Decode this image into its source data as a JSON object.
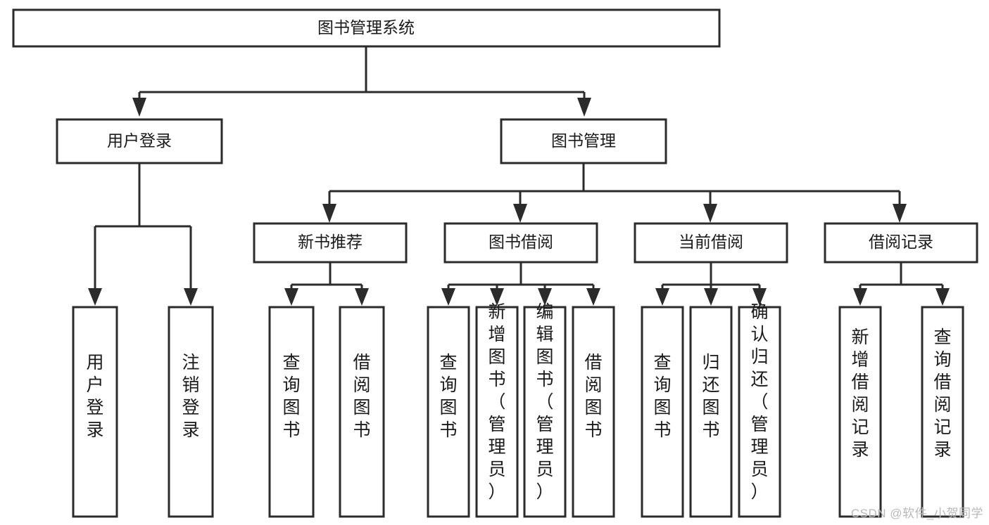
{
  "diagram": {
    "type": "tree",
    "title": "图书管理系统",
    "watermark": "CSDN @软件_小贺同学",
    "colors": {
      "stroke": "#2b2b2b",
      "fill": "#ffffff",
      "text": "#1a1a1a",
      "watermark": "#b9b9b9",
      "background": "#ffffff"
    },
    "root": {
      "label": "图书管理系统"
    },
    "level2": [
      {
        "label": "用户登录"
      },
      {
        "label": "图书管理"
      }
    ],
    "level3": [
      {
        "label": "新书推荐"
      },
      {
        "label": "图书借阅"
      },
      {
        "label": "当前借阅"
      },
      {
        "label": "借阅记录"
      }
    ],
    "leaves": {
      "user_login": [
        {
          "label": "用户登录"
        },
        {
          "label": "注销登录"
        }
      ],
      "new_book_recommend": [
        {
          "label": "查询图书"
        },
        {
          "label": "借阅图书"
        }
      ],
      "book_borrow": [
        {
          "label": "查询图书"
        },
        {
          "label": "新增图书（管理员）"
        },
        {
          "label": "编辑图书（管理员）"
        },
        {
          "label": "借阅图书"
        }
      ],
      "current_borrow": [
        {
          "label": "查询图书"
        },
        {
          "label": "归还图书"
        },
        {
          "label": "确认归还（管理员）"
        }
      ],
      "borrow_record": [
        {
          "label": "新增借阅记录"
        },
        {
          "label": "查询借阅记录"
        }
      ]
    }
  }
}
